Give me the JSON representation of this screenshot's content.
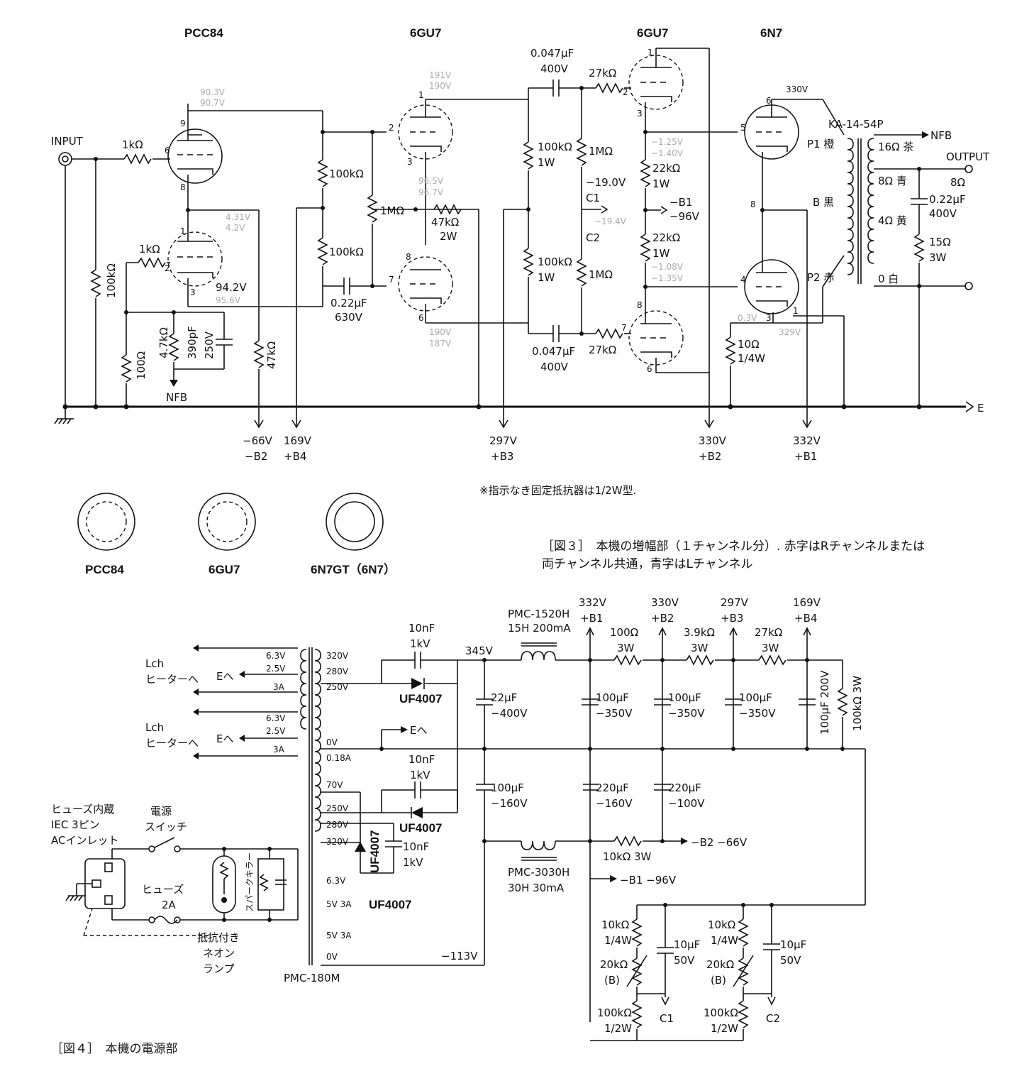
{
  "tubes": {
    "pcc84": "PCC84",
    "gu7a": "6GU7",
    "gu7b": "6GU7",
    "n7": "6N7"
  },
  "labels": {
    "input": "INPUT",
    "output": "OUTPUT",
    "output_ohm": "8Ω",
    "nfb": "NFB",
    "nfb2": "NFB",
    "e": "E",
    "transformer": "KA-14-54P",
    "p1": "P1 橙",
    "bk": "B 黒",
    "p2": "P2 赤",
    "t16": "16Ω 茶",
    "t8": "8Ω 青",
    "t4": "4Ω 黄",
    "t0": "0  白"
  },
  "components": {
    "r1k_a": "1kΩ",
    "r1k_b": "1kΩ",
    "r100k_in": "100kΩ",
    "r100_k": "100Ω",
    "r4k7": "4.7kΩ",
    "c390p": "390pF",
    "c390v": "250V",
    "r47k": "47kΩ",
    "r100k_1": "100kΩ",
    "r100k_2": "100kΩ",
    "r1M": "1MΩ",
    "c022": "0.22μF",
    "c022v": "630V",
    "r47k2w": "47kΩ",
    "r47k2w_w": "2W",
    "c047a": "0.047μF",
    "c047av": "400V",
    "c047b": "0.047μF",
    "c047bv": "400V",
    "r27k_a": "27kΩ",
    "r27k_b": "27kΩ",
    "r100k1w_a": "100kΩ",
    "r100k1w_a_w": "1W",
    "r100k1w_b": "100kΩ",
    "r100k1w_b_w": "1W",
    "r1M_a": "1MΩ",
    "r1M_b": "1MΩ",
    "r22k_a": "22kΩ",
    "r22k_a_w": "1W",
    "r22k_b": "22kΩ",
    "r22k_b_w": "1W",
    "r10": "10Ω",
    "r10_w": "1/4W",
    "c022o": "0.22μF",
    "c022ov": "400V",
    "r15": "15Ω",
    "r15_w": "3W"
  },
  "voltages_red": {
    "v903": "90.3V",
    "v431": "4.31V",
    "v942": "94.2V",
    "v191": "191V",
    "v965": "96.5V",
    "v190": "190V",
    "vm125": "−1.25V",
    "vm108": "−1.08V",
    "v330t": "330V",
    "v03": "0.3V",
    "v329": "329V"
  },
  "voltages_blue": {
    "v907": "90.7V",
    "v42": "4.2V",
    "v956": "95.6V",
    "v190b": "190V",
    "v967": "96.7V",
    "v187": "187V",
    "vm140": "−1.40V",
    "vm135": "−1.35V",
    "vm194": "−19.4V"
  },
  "nodes": {
    "c1": "C1",
    "c2": "C2",
    "v19": "−19.0V",
    "b1": "−B1",
    "b1v": "−96V",
    "rail1_v": "−66V",
    "rail1_n": "−B2",
    "rail2_v": "169V",
    "rail2_n": "+B4",
    "rail3_v": "297V",
    "rail3_n": "+B3",
    "rail4_v": "330V",
    "rail4_n": "+B2",
    "rail5_v": "332V",
    "rail5_n": "+B1"
  },
  "notes": {
    "resistor_note": "※指示なき固定抵抗器は1/2W型.",
    "fig3_line1": "［図３］　本機の増幅部（１チャンネル分）. 赤字はRチャンネルまたは",
    "fig3_line2": "両チャンネル共通，青字はLチャンネル",
    "fig4": "［図４］　本機の電源部"
  },
  "pinouts": {
    "pcc84": "PCC84",
    "gu7": "6GU7",
    "n7gt": "6N7GT（6N7）"
  },
  "power": {
    "pmc1520": "PMC-1520H",
    "pmc1520_spec": "15H 200mA",
    "pmc3030": "PMC-3030H",
    "pmc3030_spec": "30H 30mA",
    "pmc180": "PMC-180M",
    "uf_a": "UF4007",
    "uf_b": "UF4007",
    "uf_c": "UF4007",
    "uf_d": "UF4007",
    "c10n_a": "10nF",
    "c10n_a_v": "1kV",
    "c10n_b": "10nF",
    "c10n_b_v": "1kV",
    "c10n_c": "10nF",
    "c10n_c_v": "1kV",
    "v345": "345V",
    "v113": "−113V",
    "c22": "22μF",
    "c22v": "−400V",
    "c100a": "100μF",
    "c100av": "−350V",
    "c100b": "100μF",
    "c100bv": "−350V",
    "c100c": "100μF",
    "c100cv": "−350V",
    "c100d": "100μF 200V",
    "r100k3w": "100kΩ 3W",
    "r100_3w": "100Ω",
    "r100_3w_w": "3W",
    "r39k": "3.9kΩ",
    "r39k_w": "3W",
    "r27k3w": "27kΩ",
    "r27k3w_w": "3W",
    "c100e": "100μF",
    "c100ev": "−160V",
    "c220a": "220μF",
    "c220av": "−160V",
    "c220b": "220μF",
    "c220bv": "−100V",
    "r10k3w": "10kΩ 3W",
    "b2out": "−B2 −66V",
    "b1out": "−B1  −96V",
    "b1v": "332V",
    "b1n": "+B1",
    "b2v": "330V",
    "b2n": "+B2",
    "b3v": "297V",
    "b3n": "+B3",
    "b4v": "169V",
    "b4n": "+B4",
    "lch1": "Lch",
    "heater1": "ヒーターへ",
    "e1": "Eへ",
    "lch2": "Lch",
    "heater2": "ヒーターへ",
    "e2": "Eへ",
    "e3": "Eへ",
    "w63a": "6.3V",
    "w25a": "2.5V",
    "w3a": "3A",
    "w63b": "6.3V",
    "w25b": "2.5V",
    "w3b": "3A",
    "w320": "320V",
    "w280": "280V",
    "w250": "250V",
    "w0": "0V",
    "w018": "0.18A",
    "w70": "70V",
    "w250b": "250V",
    "w280b": "280V",
    "w320b": "320V",
    "w63c": "6.3V",
    "w5v3a": "5V 3A",
    "w5v3b": "5V 3A",
    "w0b": "0V",
    "inlet1": "ヒューズ内蔵",
    "inlet2": "IEC 3ピン",
    "inlet3": "ACインレット",
    "sw1": "電源",
    "sw2": "スイッチ",
    "fuse1": "ヒューズ",
    "fuse2": "2A",
    "neon1": "抵抗付き",
    "neon2": "ネオン",
    "neon3": "ランプ",
    "spark": "スパークキラー",
    "r10k_a": "10kΩ",
    "r10k_a_w": "1/4W",
    "r10k_b": "10kΩ",
    "r10k_b_w": "1/4W",
    "vr20_a": "20kΩ",
    "vr20_a_b": "(B)",
    "vr20_b": "20kΩ",
    "vr20_b_b": "(B)",
    "c10u_a": "10μF",
    "c10u_a_v": "50V",
    "c10u_b": "10μF",
    "c10u_b_v": "50V",
    "r100k_a": "100kΩ",
    "r100k_a_w": "1/2W",
    "r100k_b": "100kΩ",
    "r100k_b_w": "1/2W",
    "c1": "C1",
    "c2": "C2"
  }
}
